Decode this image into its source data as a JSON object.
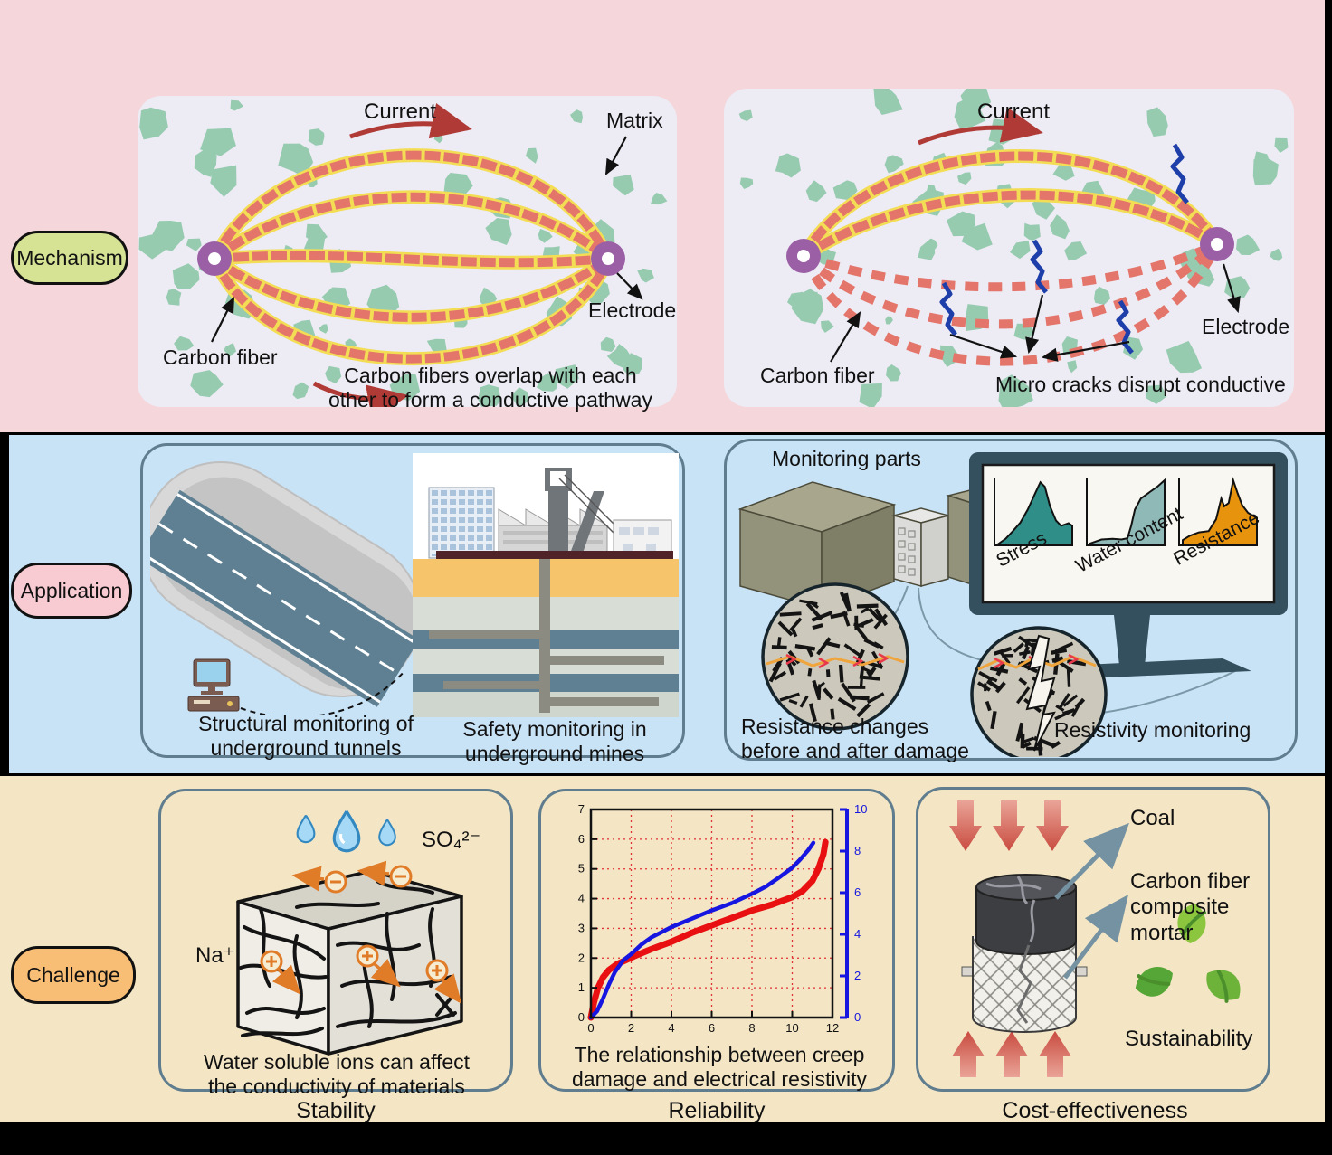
{
  "mechanism": {
    "label": "Mechanism",
    "left": {
      "current": "Current",
      "matrix": "Matrix",
      "electrode": "Electrode",
      "carbon_fiber": "Carbon fiber",
      "caption": "Carbon fibers overlap with each other to form a conductive pathway"
    },
    "right": {
      "current": "Current",
      "electrode": "Electrode",
      "carbon_fiber": "Carbon fiber",
      "caption": "Micro cracks disrupt conductive"
    }
  },
  "application": {
    "label": "Application",
    "tunnels_caption": "Structural monitoring of underground tunnels",
    "mines_caption": "Safety monitoring in underground mines",
    "monitoring_parts": "Monitoring parts",
    "resistance_caption": "Resistance changes before and after damage",
    "resistivity_caption": "Resistivity monitoring"
  },
  "challenge": {
    "label": "Challenge",
    "stability": {
      "so4": "SO₄²⁻",
      "na": "Na⁺",
      "caption": "Water soluble ions can affect the conductivity of materials",
      "footer": "Stability"
    },
    "reliability": {
      "caption": "The relationship between creep damage and electrical resistivity",
      "footer": "Reliability"
    },
    "cost": {
      "coal": "Coal",
      "mortar": "Carbon fiber composite mortar",
      "sustainability": "Sustainability",
      "footer": "Cost-effectiveness"
    }
  },
  "chart_data": [
    {
      "id": "creep-resistivity",
      "type": "line",
      "title": "The relationship between creep damage and electrical resistivity",
      "xlim": [
        0,
        12
      ],
      "x_ticks": [
        0,
        2,
        4,
        6,
        8,
        10,
        12
      ],
      "ylim_left": [
        0,
        7
      ],
      "y_ticks_left": [
        0,
        1,
        2,
        3,
        4,
        5,
        6,
        7
      ],
      "ylim_right": [
        0,
        10
      ],
      "y_ticks_right": [
        0,
        2,
        4,
        6,
        8,
        10
      ],
      "grid": "red-dotted",
      "series": [
        {
          "name": "creep damage",
          "axis": "left",
          "color": "#e81010",
          "points": [
            [
              0,
              0
            ],
            [
              0.15,
              0.5
            ],
            [
              0.35,
              1.0
            ],
            [
              0.6,
              1.35
            ],
            [
              0.9,
              1.6
            ],
            [
              1.3,
              1.8
            ],
            [
              1.8,
              1.95
            ],
            [
              2.2,
              2.08
            ],
            [
              3,
              2.3
            ],
            [
              4,
              2.55
            ],
            [
              5,
              2.85
            ],
            [
              6,
              3.1
            ],
            [
              7,
              3.35
            ],
            [
              8,
              3.6
            ],
            [
              9,
              3.8
            ],
            [
              10,
              4.05
            ],
            [
              10.5,
              4.25
            ],
            [
              11,
              4.6
            ],
            [
              11.3,
              5.0
            ],
            [
              11.55,
              5.5
            ],
            [
              11.65,
              5.9
            ]
          ]
        },
        {
          "name": "electrical resistivity",
          "axis": "right",
          "color": "#1616e0",
          "points": [
            [
              0,
              0
            ],
            [
              0.3,
              0.3
            ],
            [
              0.6,
              0.9
            ],
            [
              0.9,
              1.6
            ],
            [
              1.2,
              2.2
            ],
            [
              1.6,
              2.75
            ],
            [
              2,
              3.05
            ],
            [
              2.5,
              3.5
            ],
            [
              3,
              3.85
            ],
            [
              3.5,
              4.1
            ],
            [
              4,
              4.35
            ],
            [
              5,
              4.75
            ],
            [
              6,
              5.15
            ],
            [
              7,
              5.5
            ],
            [
              8,
              5.95
            ],
            [
              8.7,
              6.3
            ],
            [
              9.3,
              6.7
            ],
            [
              10,
              7.2
            ],
            [
              10.4,
              7.6
            ],
            [
              10.8,
              8.05
            ],
            [
              11.05,
              8.4
            ]
          ]
        }
      ]
    },
    {
      "id": "stress",
      "type": "area",
      "label": "Stress",
      "color": "#2f8f88",
      "points": [
        [
          0,
          0.02
        ],
        [
          0.1,
          0.1
        ],
        [
          0.2,
          0.22
        ],
        [
          0.3,
          0.35
        ],
        [
          0.4,
          0.55
        ],
        [
          0.5,
          0.8
        ],
        [
          0.57,
          0.97
        ],
        [
          0.63,
          0.9
        ],
        [
          0.7,
          0.6
        ],
        [
          0.78,
          0.38
        ],
        [
          0.85,
          0.3
        ],
        [
          0.95,
          0.34
        ],
        [
          1,
          0.3
        ]
      ]
    },
    {
      "id": "water-content",
      "type": "area",
      "label": "Water content",
      "color": "#8fb9b7",
      "points": [
        [
          0,
          0.03
        ],
        [
          0.15,
          0.09
        ],
        [
          0.3,
          0.1
        ],
        [
          0.42,
          0.09
        ],
        [
          0.5,
          0.11
        ],
        [
          0.55,
          0.3
        ],
        [
          0.6,
          0.55
        ],
        [
          0.68,
          0.72
        ],
        [
          0.8,
          0.82
        ],
        [
          0.9,
          0.9
        ],
        [
          1,
          1
        ]
      ]
    },
    {
      "id": "resistance",
      "type": "area",
      "label": "Resistance",
      "color": "#e8930e",
      "points": [
        [
          0,
          0.08
        ],
        [
          0.1,
          0.15
        ],
        [
          0.22,
          0.2
        ],
        [
          0.35,
          0.22
        ],
        [
          0.45,
          0.4
        ],
        [
          0.52,
          0.72
        ],
        [
          0.56,
          0.6
        ],
        [
          0.62,
          0.65
        ],
        [
          0.68,
          1
        ],
        [
          0.74,
          0.8
        ],
        [
          0.8,
          0.62
        ],
        [
          0.88,
          0.5
        ],
        [
          1,
          0.42
        ]
      ]
    }
  ],
  "colors": {
    "band_mechanism": "#f5d7db",
    "band_application": "#c9e3f6",
    "band_challenge": "#f4e6c5",
    "pill_mechanism": "#d6e395",
    "pill_application": "#f8cbd2",
    "pill_challenge": "#f8be75",
    "panel_lavender": "#edebf4",
    "panel_border": "#5f7d8e",
    "aggregate_green": "#96cbb0",
    "fiber_salmon": "#e4756a",
    "fiber_outline_yellow": "#f3dd55",
    "electrode_purple": "#9a5fa5",
    "current_arrow_red": "#b03a35",
    "micro_crack_blue": "#1e3faa",
    "curve_red": "#e81010",
    "curve_blue": "#1616e0",
    "leaf_green": "#8cc63e"
  }
}
